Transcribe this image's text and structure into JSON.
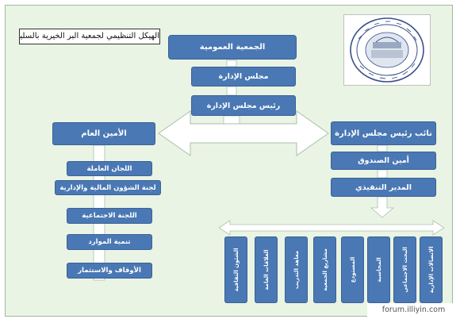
{
  "title": "الهيكل التنظيمي لجمعية البر الخيرية بالسليل",
  "top_nodes": {
    "general_assembly": "الجمعية العمومية",
    "board": "مجلس الإدارة",
    "board_chair": "رئيس مجلس الإدارة"
  },
  "left_branch": {
    "head": "الأمين العام",
    "items": [
      "اللجان العاملة",
      "لجنة الشؤون المالية والإدارية",
      "اللجنة الاجتماعية",
      "تنمية الموارد",
      "الأوقاف والاستثمار"
    ]
  },
  "right_branch": {
    "items": [
      "نائب رئيس مجلس الإدارة",
      "أمين الصندوق",
      "المدير التنفيذي"
    ]
  },
  "departments": [
    "الاتصالات الإدارية",
    "البحث الاجتماعي",
    "المحاسبة",
    "المستودع",
    "مشاريع الجمعية",
    "معاهد التدريب",
    "العلاقات العامة",
    "الشئون الثقافية"
  ],
  "watermark": "forum.illiyin.com",
  "colors": {
    "box": "#4a78b4",
    "arrow_fill": "#ffffff",
    "background": "#eaf4e4"
  }
}
